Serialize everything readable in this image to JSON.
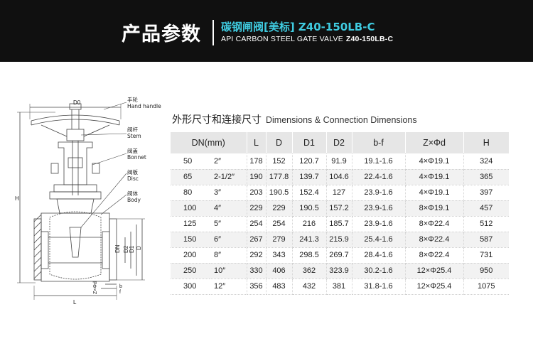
{
  "header": {
    "title": "产品参数",
    "subtitle_cn": "碳钢闸阀[美标]   Z40-150LB-C",
    "subtitle_en": "API CARBON STEEL GATE VALVE",
    "subtitle_model": "Z40-150LB-C"
  },
  "drawing": {
    "callouts": [
      {
        "cn": "手轮",
        "en": "Hand handle"
      },
      {
        "cn": "阀杆",
        "en": "Stem"
      },
      {
        "cn": "阀盖",
        "en": "Bonnet"
      },
      {
        "cn": "阀板",
        "en": "Disc"
      },
      {
        "cn": "阀体",
        "en": "Body"
      }
    ],
    "dim_labels": {
      "d0": "D0",
      "h": "H",
      "l": "L",
      "dn": "DN",
      "d2": "D2",
      "d1": "D1",
      "d": "D",
      "z": "Z×Φd",
      "b": "b",
      "f": "f"
    }
  },
  "table": {
    "title_cn": "外形尺寸和连接尺寸",
    "title_en": "Dimensions & Connection Dimensions",
    "headers": [
      "DN(mm)",
      "L",
      "D",
      "D1",
      "D2",
      "b-f",
      "Z×Φd",
      "H"
    ],
    "rows": [
      [
        "50",
        "2″",
        "178",
        "152",
        "120.7",
        "91.9",
        "19.1-1.6",
        "4×Φ19.1",
        "324"
      ],
      [
        "65",
        "2-1/2″",
        "190",
        "177.8",
        "139.7",
        "104.6",
        "22.4-1.6",
        "4×Φ19.1",
        "365"
      ],
      [
        "80",
        "3″",
        "203",
        "190.5",
        "152.4",
        "127",
        "23.9-1.6",
        "4×Φ19.1",
        "397"
      ],
      [
        "100",
        "4″",
        "229",
        "229",
        "190.5",
        "157.2",
        "23.9-1.6",
        "8×Φ19.1",
        "457"
      ],
      [
        "125",
        "5″",
        "254",
        "254",
        "216",
        "185.7",
        "23.9-1.6",
        "8×Φ22.4",
        "512"
      ],
      [
        "150",
        "6″",
        "267",
        "279",
        "241.3",
        "215.9",
        "25.4-1.6",
        "8×Φ22.4",
        "587"
      ],
      [
        "200",
        "8″",
        "292",
        "343",
        "298.5",
        "269.7",
        "28.4-1.6",
        "8×Φ22.4",
        "731"
      ],
      [
        "250",
        "10″",
        "330",
        "406",
        "362",
        "323.9",
        "30.2-1.6",
        "12×Φ25.4",
        "950"
      ],
      [
        "300",
        "12″",
        "356",
        "483",
        "432",
        "381",
        "31.8-1.6",
        "12×Φ25.4",
        "1075"
      ]
    ]
  }
}
